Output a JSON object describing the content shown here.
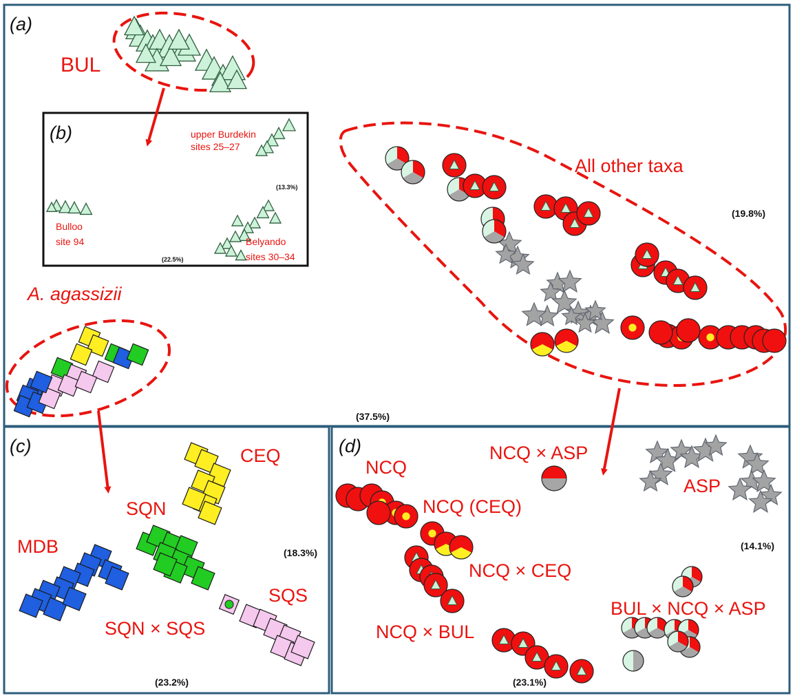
{
  "colors": {
    "frame": "#2d5d7b",
    "label_red": "#e8140f",
    "triangle_fill": "#ccf2d9",
    "triangle_stroke": "#2f5f3f",
    "star_fill": "#a3a3a3",
    "star_stroke": "#606670",
    "red": "#f01010",
    "grey": "#a6a6a6",
    "yellow": "#ffee22",
    "mint": "#d8f5e4",
    "blue": "#1f5fe0",
    "green": "#22cc22",
    "pink": "#f5c8ee"
  },
  "panels": {
    "a": {
      "letter": "(a)",
      "labels": {
        "bul": "BUL",
        "other": "All other taxa",
        "agassizii": "A. agassizii"
      },
      "pct_x": "(37.5%)",
      "pct_y": "(19.8%)"
    },
    "b": {
      "letter": "(b)",
      "labels": {
        "upper1": "upper Burdekin",
        "upper2": "sites 25–27",
        "bulloo1": "Bulloo",
        "bulloo2": "site 94",
        "bel1": "Belyando",
        "bel2": "sites 30–34"
      },
      "pct_x": "(22.5%)",
      "pct_y": "(13.3%)"
    },
    "c": {
      "letter": "(c)",
      "labels": {
        "ceq": "CEQ",
        "sqn": "SQN",
        "mdb": "MDB",
        "sqs": "SQS",
        "sqnxsqs": "SQN × SQS"
      },
      "pct_x": "(23.2%)",
      "pct_y": "(18.3%)"
    },
    "d": {
      "letter": "(d)",
      "labels": {
        "ncq": "NCQ",
        "ncqxasp": "NCQ × ASP",
        "asp": "ASP",
        "ncqceq": "NCQ (CEQ)",
        "ncqxceq": "NCQ × CEQ",
        "ncqxbul": "NCQ × BUL",
        "bulncqasp": "BUL × NCQ × ASP"
      },
      "pct_x": "(23.1%)",
      "pct_y": "(14.1%)"
    }
  }
}
